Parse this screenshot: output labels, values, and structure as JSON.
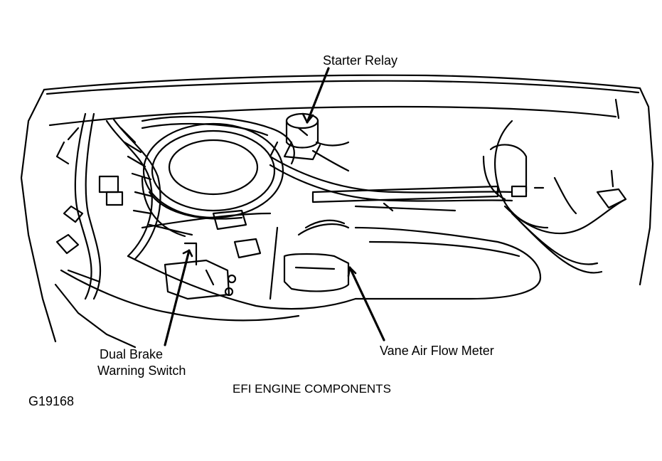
{
  "labels": {
    "starter_relay": "Starter Relay",
    "vane_air_flow_meter": "Vane Air Flow Meter",
    "dual_brake_line1": "Dual Brake",
    "dual_brake_line2": "Warning Switch"
  },
  "caption": "EFI ENGINE COMPONENTS",
  "figure_id": "G19168"
}
